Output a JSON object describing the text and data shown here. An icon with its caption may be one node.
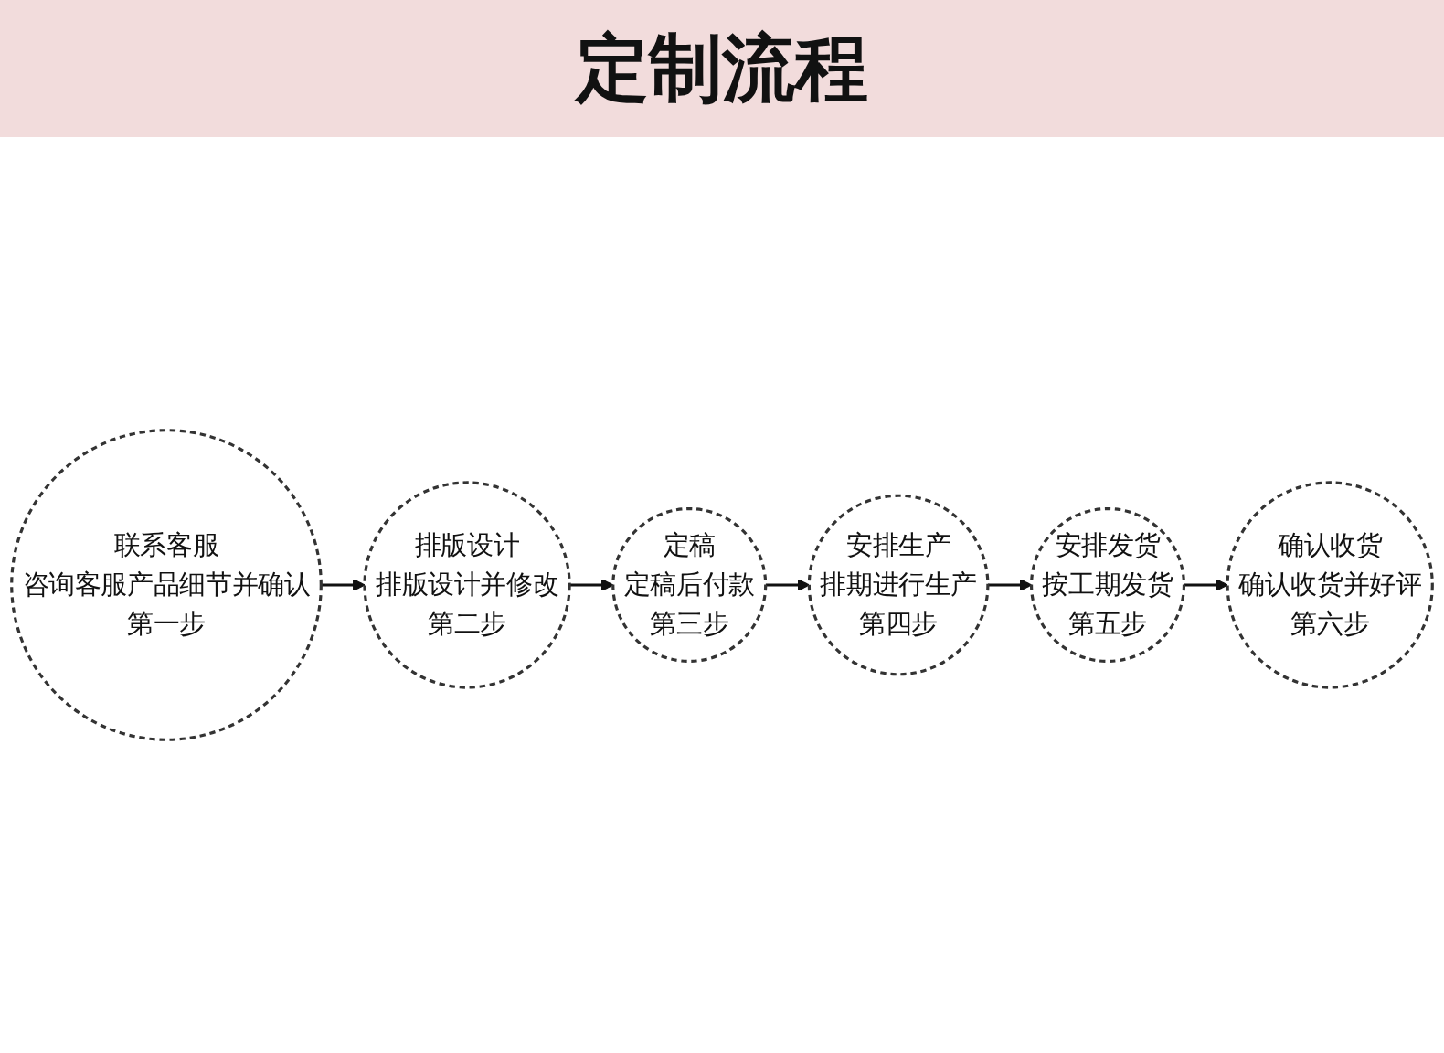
{
  "diagram": {
    "title": "定制流程",
    "nodes": [
      {
        "text": [
          "联系客服",
          "咨询客服产品细节并确认",
          "第一步"
        ]
      },
      {
        "text": [
          "排版设计",
          "排版设计并修改",
          "第二步"
        ]
      },
      {
        "text": [
          "定稿",
          "定稿后付款",
          "第三步"
        ]
      },
      {
        "text": [
          "安排生产",
          "排期进行生产",
          "第四步"
        ]
      },
      {
        "text": [
          "安排发货",
          "按工期发货",
          "第五步"
        ]
      },
      {
        "text": [
          "确认收货",
          "确认收货并好评",
          "第六步"
        ]
      }
    ],
    "edges": [
      {
        "from": 0,
        "to": 1,
        "arrow": "to"
      },
      {
        "from": 1,
        "to": 2,
        "arrow": "to"
      },
      {
        "from": 2,
        "to": 3,
        "arrow": "to"
      },
      {
        "from": 3,
        "to": 4,
        "arrow": "to"
      },
      {
        "from": 4,
        "to": 5,
        "arrow": "to"
      }
    ]
  }
}
